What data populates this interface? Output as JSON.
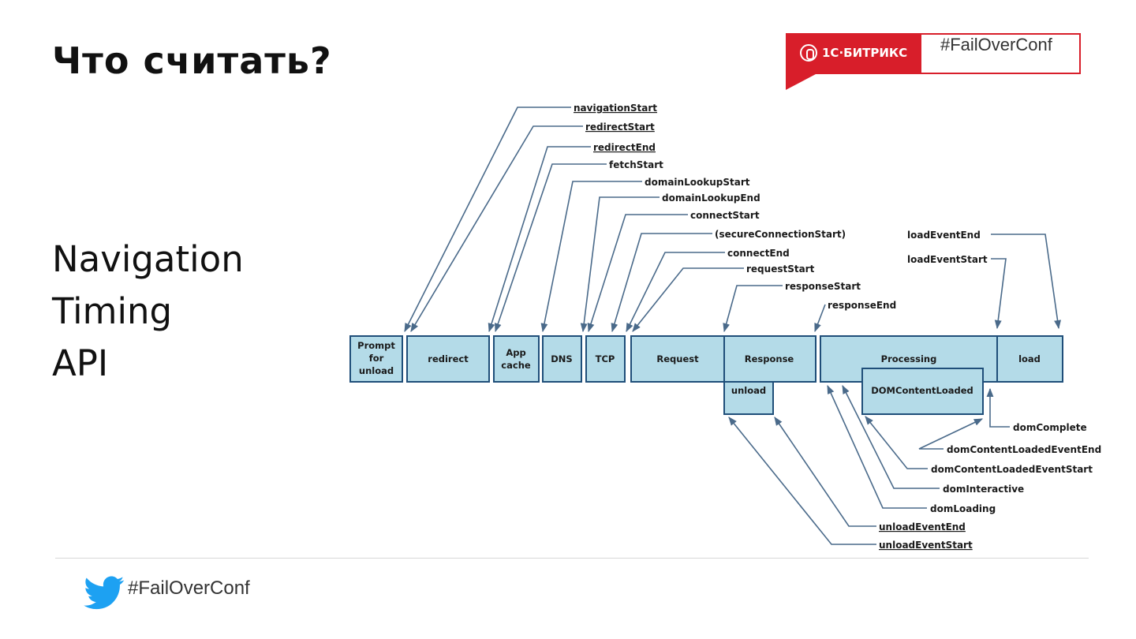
{
  "slide": {
    "title": "Что считать?",
    "subtitle_lines": [
      "Navigation",
      "Timing",
      "API"
    ],
    "brand": "1С·БИТРИКС",
    "badge_tag": "#FailOverConf",
    "footer_tag": "#FailOverConf"
  },
  "diagram": {
    "boxes": {
      "prompt_l1": "Prompt",
      "prompt_l2": "for",
      "prompt_l3": "unload",
      "redirect": "redirect",
      "appcache_l1": "App",
      "appcache_l2": "cache",
      "dns": "DNS",
      "tcp": "TCP",
      "request": "Request",
      "response": "Response",
      "processing": "Processing",
      "load": "load",
      "unload": "unload",
      "domcontentloaded": "DOMContentLoaded"
    },
    "events": {
      "navigationStart": "navigationStart",
      "redirectStart": "redirectStart",
      "redirectEnd": "redirectEnd",
      "fetchStart": "fetchStart",
      "domainLookupStart": "domainLookupStart",
      "domainLookupEnd": "domainLookupEnd",
      "connectStart": "connectStart",
      "secureConnectionStart": "(secureConnectionStart)",
      "connectEnd": "connectEnd",
      "requestStart": "requestStart",
      "responseStart": "responseStart",
      "responseEnd": "responseEnd",
      "loadEventEnd": "loadEventEnd",
      "loadEventStart": "loadEventStart",
      "domComplete": "domComplete",
      "domContentLoadedEventEnd": "domContentLoadedEventEnd",
      "domContentLoadedEventStart": "domContentLoadedEventStart",
      "domInteractive": "domInteractive",
      "domLoading": "domLoading",
      "unloadEventEnd": "unloadEventEnd",
      "unloadEventStart": "unloadEventStart"
    },
    "colors": {
      "box_fill": "#b4dbe8",
      "box_stroke": "#1f4e79",
      "line": "#4a6a8a",
      "brand_red": "#d81e2a"
    }
  }
}
